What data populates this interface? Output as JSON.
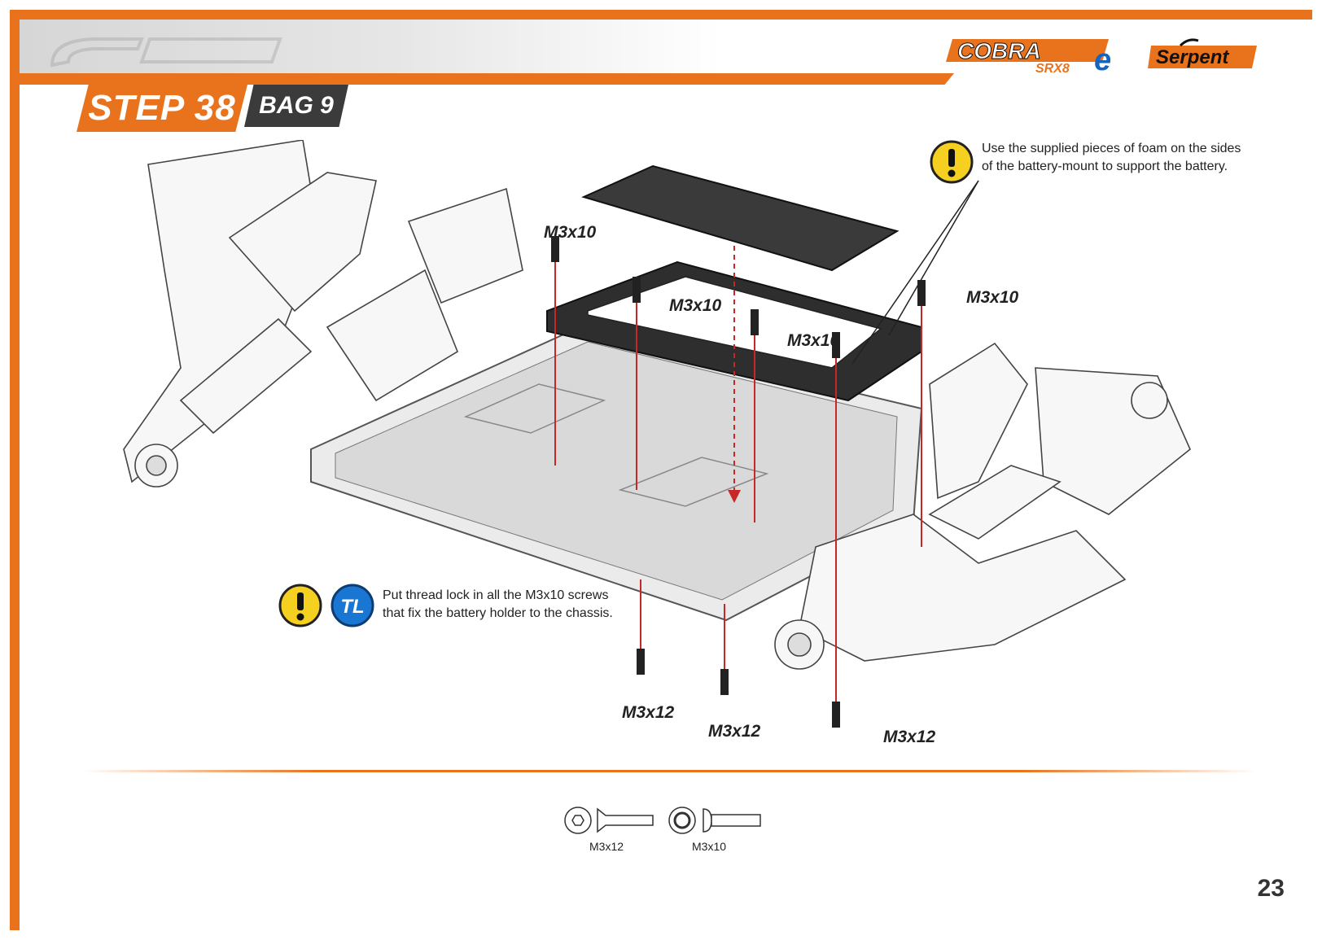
{
  "header": {
    "step_label": "STEP 38",
    "bag_label": "BAG 9",
    "brand_colors": {
      "accent": "#e8731c",
      "dark": "#3b3b3b"
    }
  },
  "logos": {
    "product": "COBRA",
    "product_sub": "SRX8",
    "product_suffix": "e",
    "brand": "Serpent"
  },
  "callouts": {
    "foam_note": {
      "icon": "warning-icon",
      "lines": [
        "Use the supplied pieces of foam on the sides",
        "of the battery-mount to support the battery."
      ]
    },
    "threadlock_note": {
      "icons": [
        "warning-icon",
        "threadlock-icon"
      ],
      "threadlock_badge": "TL",
      "lines": [
        "Put thread lock in all the M3x10 screws",
        "that fix the battery holder to the chassis."
      ]
    }
  },
  "screw_labels": {
    "top_left": "M3x10",
    "top_mid": "M3x10",
    "top_center": "M3x10",
    "top_right": "M3x10",
    "bottom_left": "M3x12",
    "bottom_mid": "M3x12",
    "bottom_right": "M3x12"
  },
  "parts_legend": [
    {
      "label": "M3x12",
      "icon": "flat-head-screw-icon"
    },
    {
      "label": "M3x10",
      "icon": "button-head-screw-icon"
    }
  ],
  "page_number": "23"
}
